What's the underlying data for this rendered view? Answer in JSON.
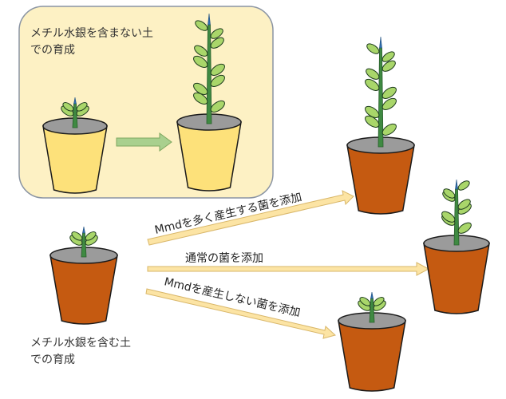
{
  "panel": {
    "caption_lines": [
      "メチル水銀を含まない土",
      "での育成"
    ],
    "fill": "#fdf1c4",
    "border": "#8a94a3"
  },
  "bottom_left": {
    "caption_lines": [
      "メチル水銀を含む土",
      "での育成"
    ]
  },
  "arrows": {
    "upper": "Mmdを多く産生する菌を添加",
    "middle": "通常の菌を添加",
    "lower": "Mmdを産生しない菌を添加"
  },
  "colors": {
    "yellow_pot": "#fde17a",
    "orange_pot": "#c55a11",
    "pot_outline": "#1a1a1a",
    "soil": "#9b9b9b",
    "leaf": "#a9d66a",
    "stem": "#3f8a42",
    "stem_tip": "#2f6fb0",
    "arrow_fill": "#fce4a4",
    "arrow_edge": "#d9b76a",
    "panel_arrow": "#a9d08e",
    "panel_arrow_edge": "#7fa860"
  }
}
